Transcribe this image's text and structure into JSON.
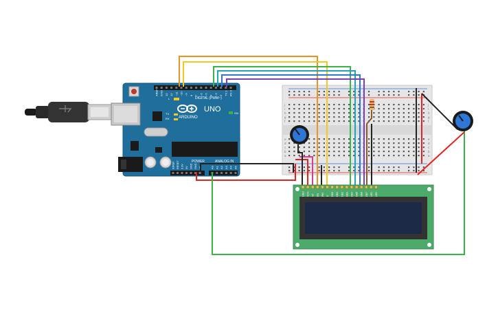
{
  "arduino": {
    "brand": "ARDUINO",
    "model": "UNO",
    "digital_label": "DIGITAL (PWM~)",
    "power_label": "POWER",
    "analog_label": "ANALOG IN",
    "on_label": "ON",
    "tx_label": "TX",
    "rx_label": "RX",
    "l_label": "L",
    "digital_pins": [
      "AREF",
      "GND",
      "13",
      "12",
      "~11",
      "~10",
      "~9",
      "8",
      "7",
      "~6",
      "~5",
      "4",
      "~3",
      "2",
      "TX 1",
      "RX 0"
    ],
    "power_pins": [
      "IOREF",
      "RESET",
      "3.3V",
      "5V",
      "GND",
      "GND",
      "Vin"
    ],
    "analog_pins": [
      "A0",
      "A1",
      "A2",
      "A3",
      "A4",
      "A5"
    ]
  },
  "lcd": {
    "pin_labels": [
      "GND",
      "VCC",
      "V0",
      "RS",
      "RW",
      "E",
      "DB0",
      "DB1",
      "DB2",
      "DB3",
      "DB4",
      "DB5",
      "DB6",
      "DB7",
      "LED",
      "LED"
    ]
  },
  "breadboard": {
    "row_letters_top": [
      "j",
      "i",
      "h",
      "g",
      "f"
    ],
    "row_letters_bottom": [
      "e",
      "d",
      "c",
      "b",
      "a"
    ]
  },
  "colors": {
    "board": "#1f6e9c",
    "wire_orange": "#e8951f",
    "wire_yellow": "#f2c822",
    "wire_green": "#3cb24a",
    "wire_teal": "#22a3b8",
    "wire_blue": "#2f77d6",
    "wire_purple": "#7a3cb8",
    "wire_red": "#e02424",
    "wire_black": "#222222",
    "wire_brown": "#8b5a2b",
    "wire_pink": "#d83c8c",
    "lcd_pcb": "#4caa6b",
    "lcd_screen": "#1c2947"
  }
}
